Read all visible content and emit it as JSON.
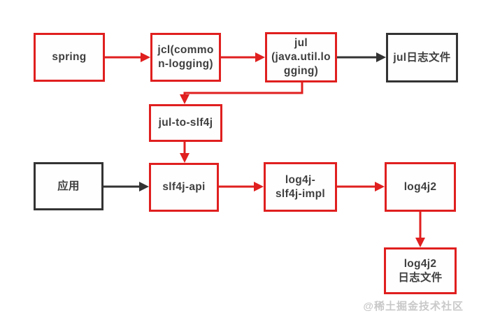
{
  "diagram": {
    "title": "java-logging-bridge-flow",
    "colors": {
      "red": "#e01f1f",
      "black": "#333333",
      "text": "#3f3f3f",
      "watermark": "#c9c9c9"
    },
    "nodes": {
      "spring": {
        "label": "spring",
        "border": "red"
      },
      "jcl": {
        "label": "jcl(commo\nn-logging)",
        "border": "red"
      },
      "jul": {
        "label": "jul\n(java.util.lo\ngging)",
        "border": "red"
      },
      "jul_log_file": {
        "label": "jul日志文件",
        "border": "black"
      },
      "jul_to_slf4j": {
        "label": "jul-to-slf4j",
        "border": "red"
      },
      "app": {
        "label": "应用",
        "border": "black"
      },
      "slf4j_api": {
        "label": "slf4j-api",
        "border": "red"
      },
      "log4j_slf4j_impl": {
        "label": "log4j-\nslf4j-impl",
        "border": "red"
      },
      "log4j2": {
        "label": "log4j2",
        "border": "red"
      },
      "log4j2_log_file": {
        "label": "log4j2\n日志文件",
        "border": "red"
      }
    },
    "edges": [
      {
        "from": "spring",
        "to": "jcl",
        "color": "red"
      },
      {
        "from": "jcl",
        "to": "jul",
        "color": "red"
      },
      {
        "from": "jul",
        "to": "jul_log_file",
        "color": "black"
      },
      {
        "from": "jul",
        "to": "jul_to_slf4j",
        "color": "red"
      },
      {
        "from": "jul_to_slf4j",
        "to": "slf4j_api",
        "color": "red"
      },
      {
        "from": "app",
        "to": "slf4j_api",
        "color": "black"
      },
      {
        "from": "slf4j_api",
        "to": "log4j_slf4j_impl",
        "color": "red"
      },
      {
        "from": "log4j_slf4j_impl",
        "to": "log4j2",
        "color": "red"
      },
      {
        "from": "log4j2",
        "to": "log4j2_log_file",
        "color": "red"
      }
    ],
    "watermark": "@稀土掘金技术社区"
  }
}
